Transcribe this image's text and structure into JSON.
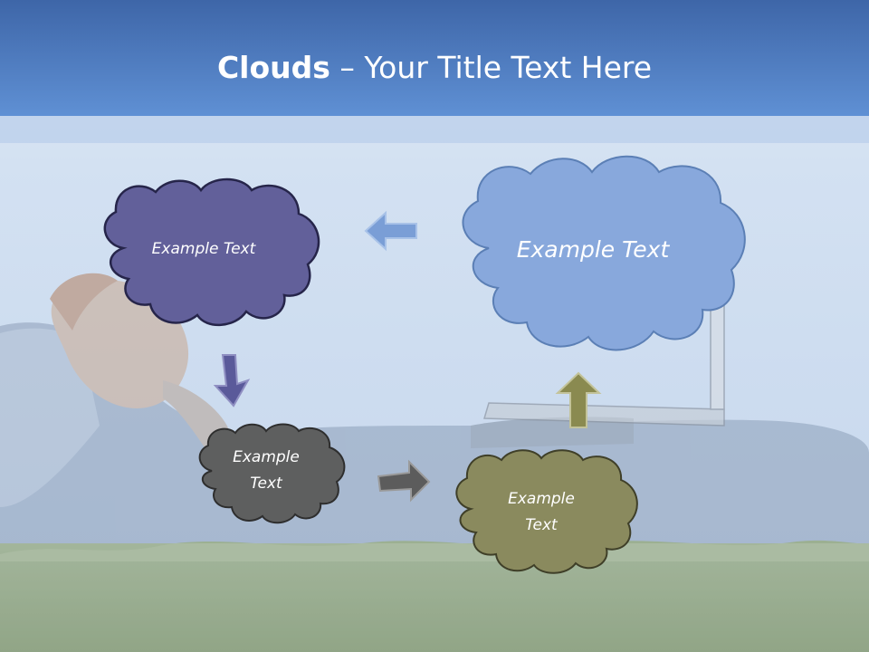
{
  "slide": {
    "title_bold": "Clouds",
    "title_dash": " – ",
    "title_rest": "Your Title Text Here"
  },
  "clouds": {
    "large_blue": {
      "text": "Example Text",
      "fill": "#88A8DC",
      "stroke": "#5B7FB5"
    },
    "purple": {
      "text": "Example Text",
      "fill": "#62609A",
      "stroke": "#26254A"
    },
    "dark_gray": {
      "line1": "Example",
      "line2": "Text",
      "fill": "#5E5F5F",
      "stroke": "#2E2E2E"
    },
    "olive": {
      "line1": "Example",
      "line2": "Text",
      "fill": "#8A8A5E",
      "stroke": "#3F3F28"
    }
  },
  "arrows": {
    "left": {
      "direction": "left",
      "color": "#7A9ED6"
    },
    "down": {
      "direction": "down-right",
      "color": "#5A5A9A"
    },
    "right": {
      "direction": "right",
      "color": "#5C5C5C"
    },
    "up": {
      "direction": "up",
      "color": "#8A8A50"
    }
  },
  "colors": {
    "header_top": "#3A63A6",
    "header_bottom": "#5D8FD6",
    "sky": "#C8D9EE",
    "grass": "#6E8A5A"
  }
}
